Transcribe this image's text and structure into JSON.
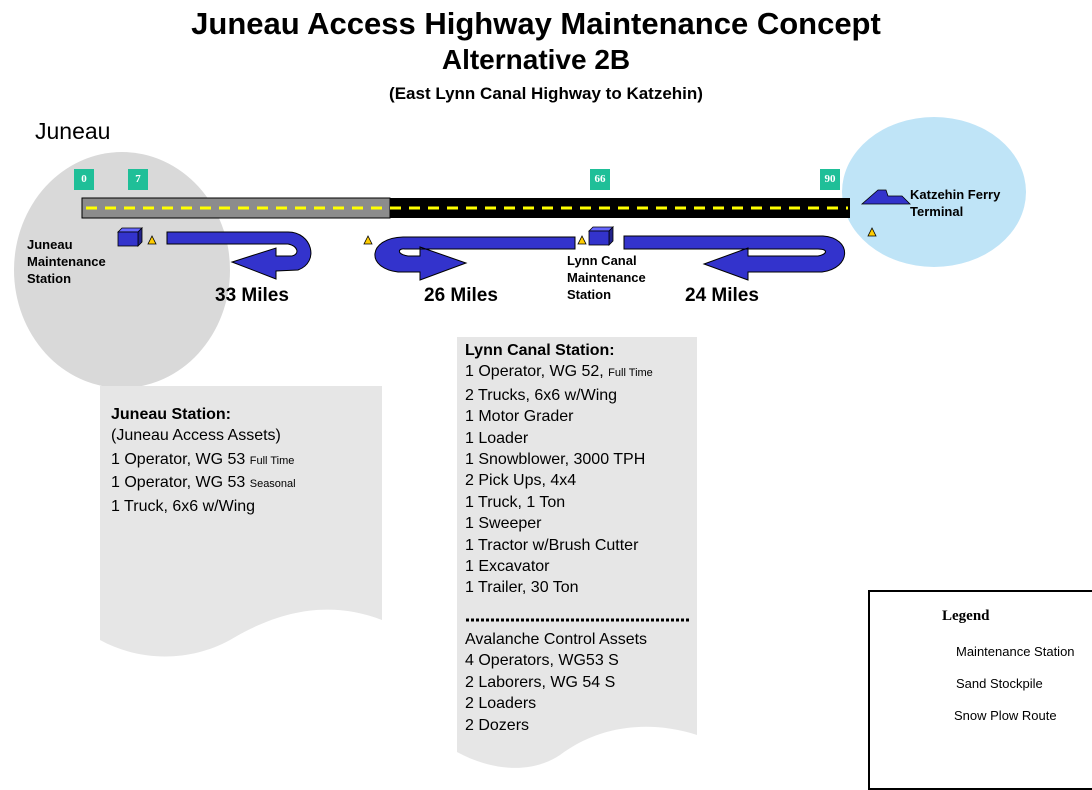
{
  "title": {
    "line1": "Juneau Access Highway Maintenance Concept",
    "line2": "Alternative 2B",
    "line3": "(East Lynn Canal Highway to Katzehin)"
  },
  "juneau_label": "Juneau",
  "mileposts": [
    "0",
    "7",
    "66",
    "90"
  ],
  "stations": {
    "juneau": "Juneau\nMaintenance\nStation",
    "lynn_canal": "Lynn Canal\nMaintenance\nStation",
    "ferry": "Katzehin Ferry\nTerminal"
  },
  "routes": [
    "33 Miles",
    "26 Miles",
    "24 Miles"
  ],
  "juneau_panel": {
    "heading": "Juneau Station:",
    "lines": [
      {
        "text": "(Juneau Access Assets)",
        "note": ""
      },
      {
        "text": "1 Operator, WG 53 ",
        "note": "Full Time"
      },
      {
        "text": "1 Operator, WG 53 ",
        "note": "Seasonal"
      },
      {
        "text": "1 Truck, 6x6 w/Wing",
        "note": ""
      }
    ]
  },
  "lynn_panel": {
    "heading": "Lynn Canal Station:",
    "lines": [
      {
        "text": "1 Operator, WG 52, ",
        "note": "Full Time"
      },
      {
        "text": "2 Trucks, 6x6 w/Wing",
        "note": ""
      },
      {
        "text": "1 Motor Grader",
        "note": ""
      },
      {
        "text": "1 Loader",
        "note": ""
      },
      {
        "text": "1 Snowblower, 3000 TPH",
        "note": ""
      },
      {
        "text": "2 Pick Ups, 4x4",
        "note": ""
      },
      {
        "text": "1 Truck, 1 Ton",
        "note": ""
      },
      {
        "text": "1 Sweeper",
        "note": ""
      },
      {
        "text": "1 Tractor w/Brush Cutter",
        "note": ""
      },
      {
        "text": "1 Excavator",
        "note": ""
      },
      {
        "text": "1 Trailer, 30 Ton",
        "note": ""
      }
    ],
    "avalanche": [
      "Avalanche Control Assets",
      "4 Operators, WG53 S",
      "2 Laborers, WG 54 S",
      "2 Loaders",
      "2 Dozers"
    ]
  },
  "legend": {
    "title": "Legend",
    "items": [
      "Maintenance Station",
      "Sand Stockpile",
      "Snow Plow Route"
    ]
  },
  "colors": {
    "milepost": "#1fbf98",
    "road_gray": "#8c8c8c",
    "road_black": "#000000",
    "centerline": "#ffff00",
    "station": "#3333cc",
    "route_arrow": "#3333cc",
    "sand": "#ffcc00",
    "juneau_area": "#d9d9d9",
    "ferry_area": "#bfe4f7",
    "panel": "#e6e6e6"
  }
}
